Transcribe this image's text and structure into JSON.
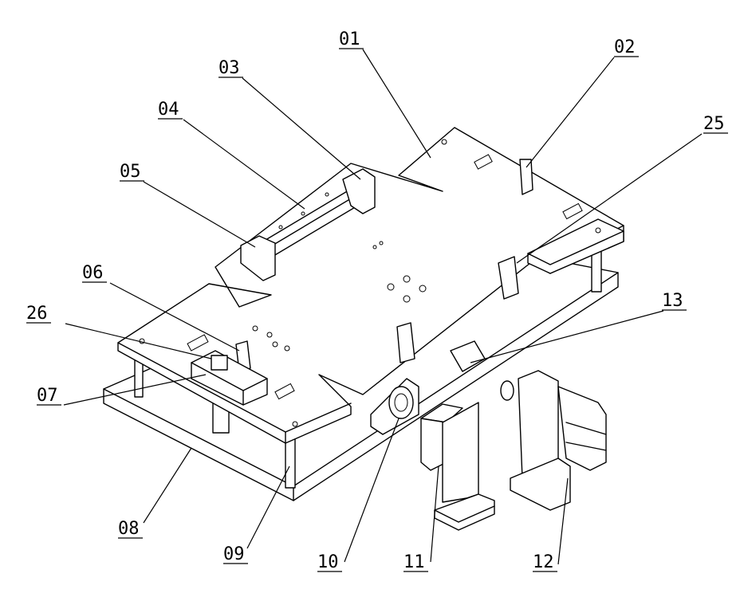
{
  "labels": [
    {
      "id": "01",
      "text": "01"
    },
    {
      "id": "02",
      "text": "02"
    },
    {
      "id": "03",
      "text": "03"
    },
    {
      "id": "04",
      "text": "04"
    },
    {
      "id": "05",
      "text": "05"
    },
    {
      "id": "06",
      "text": "06"
    },
    {
      "id": "07",
      "text": "07"
    },
    {
      "id": "08",
      "text": "08"
    },
    {
      "id": "09",
      "text": "09"
    },
    {
      "id": "10",
      "text": "10"
    },
    {
      "id": "11",
      "text": "11"
    },
    {
      "id": "12",
      "text": "12"
    },
    {
      "id": "13",
      "text": "13"
    },
    {
      "id": "25",
      "text": "25"
    },
    {
      "id": "26",
      "text": "26"
    }
  ]
}
